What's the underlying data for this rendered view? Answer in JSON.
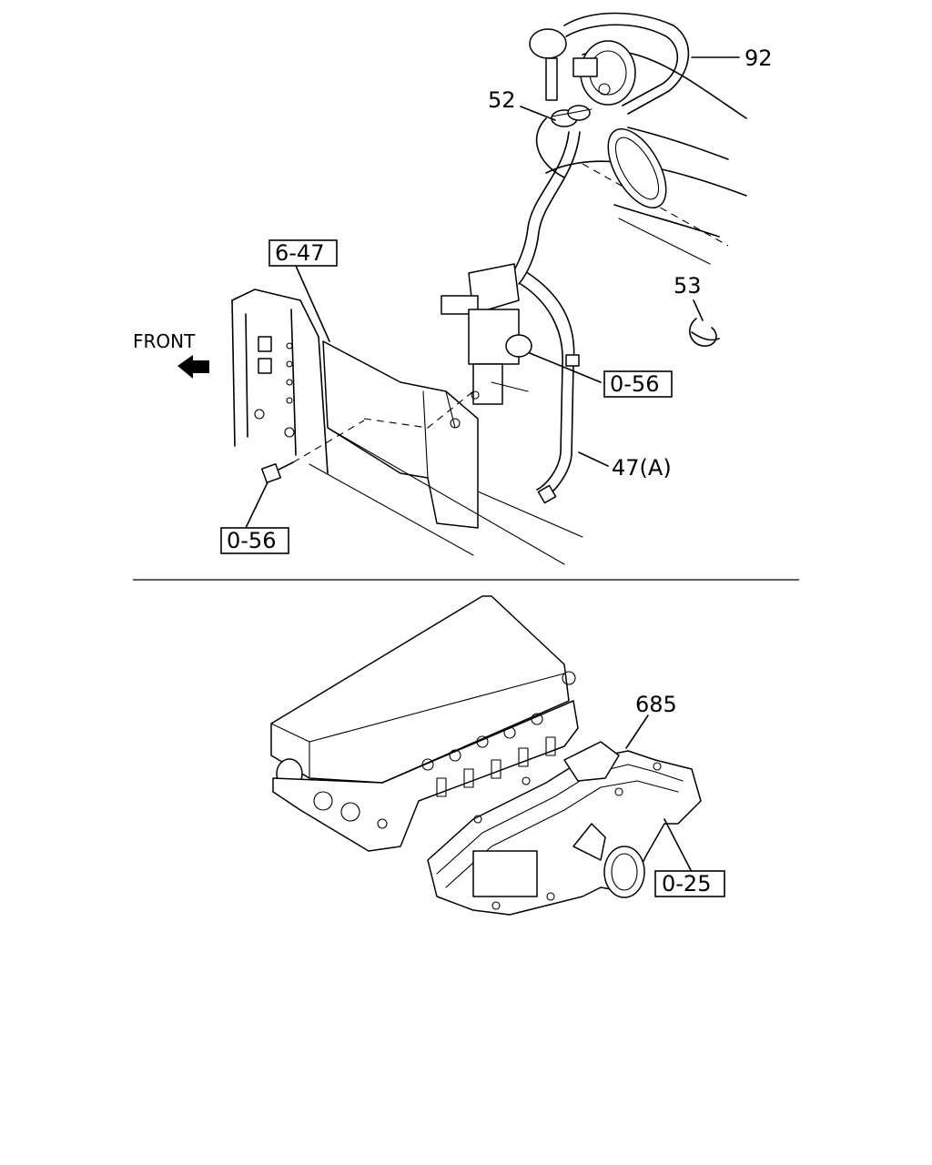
{
  "callouts": {
    "part_92": "92",
    "part_52": "52",
    "ref_6_47": "6-47",
    "part_53": "53",
    "front": "FRONT",
    "ref_0_56_right": "0-56",
    "part_47a": "47(A)",
    "ref_0_56_left": "0-56",
    "part_685": "685",
    "ref_0_25": "0-25"
  },
  "icons": {
    "front_arrow": "front-direction-arrow"
  }
}
